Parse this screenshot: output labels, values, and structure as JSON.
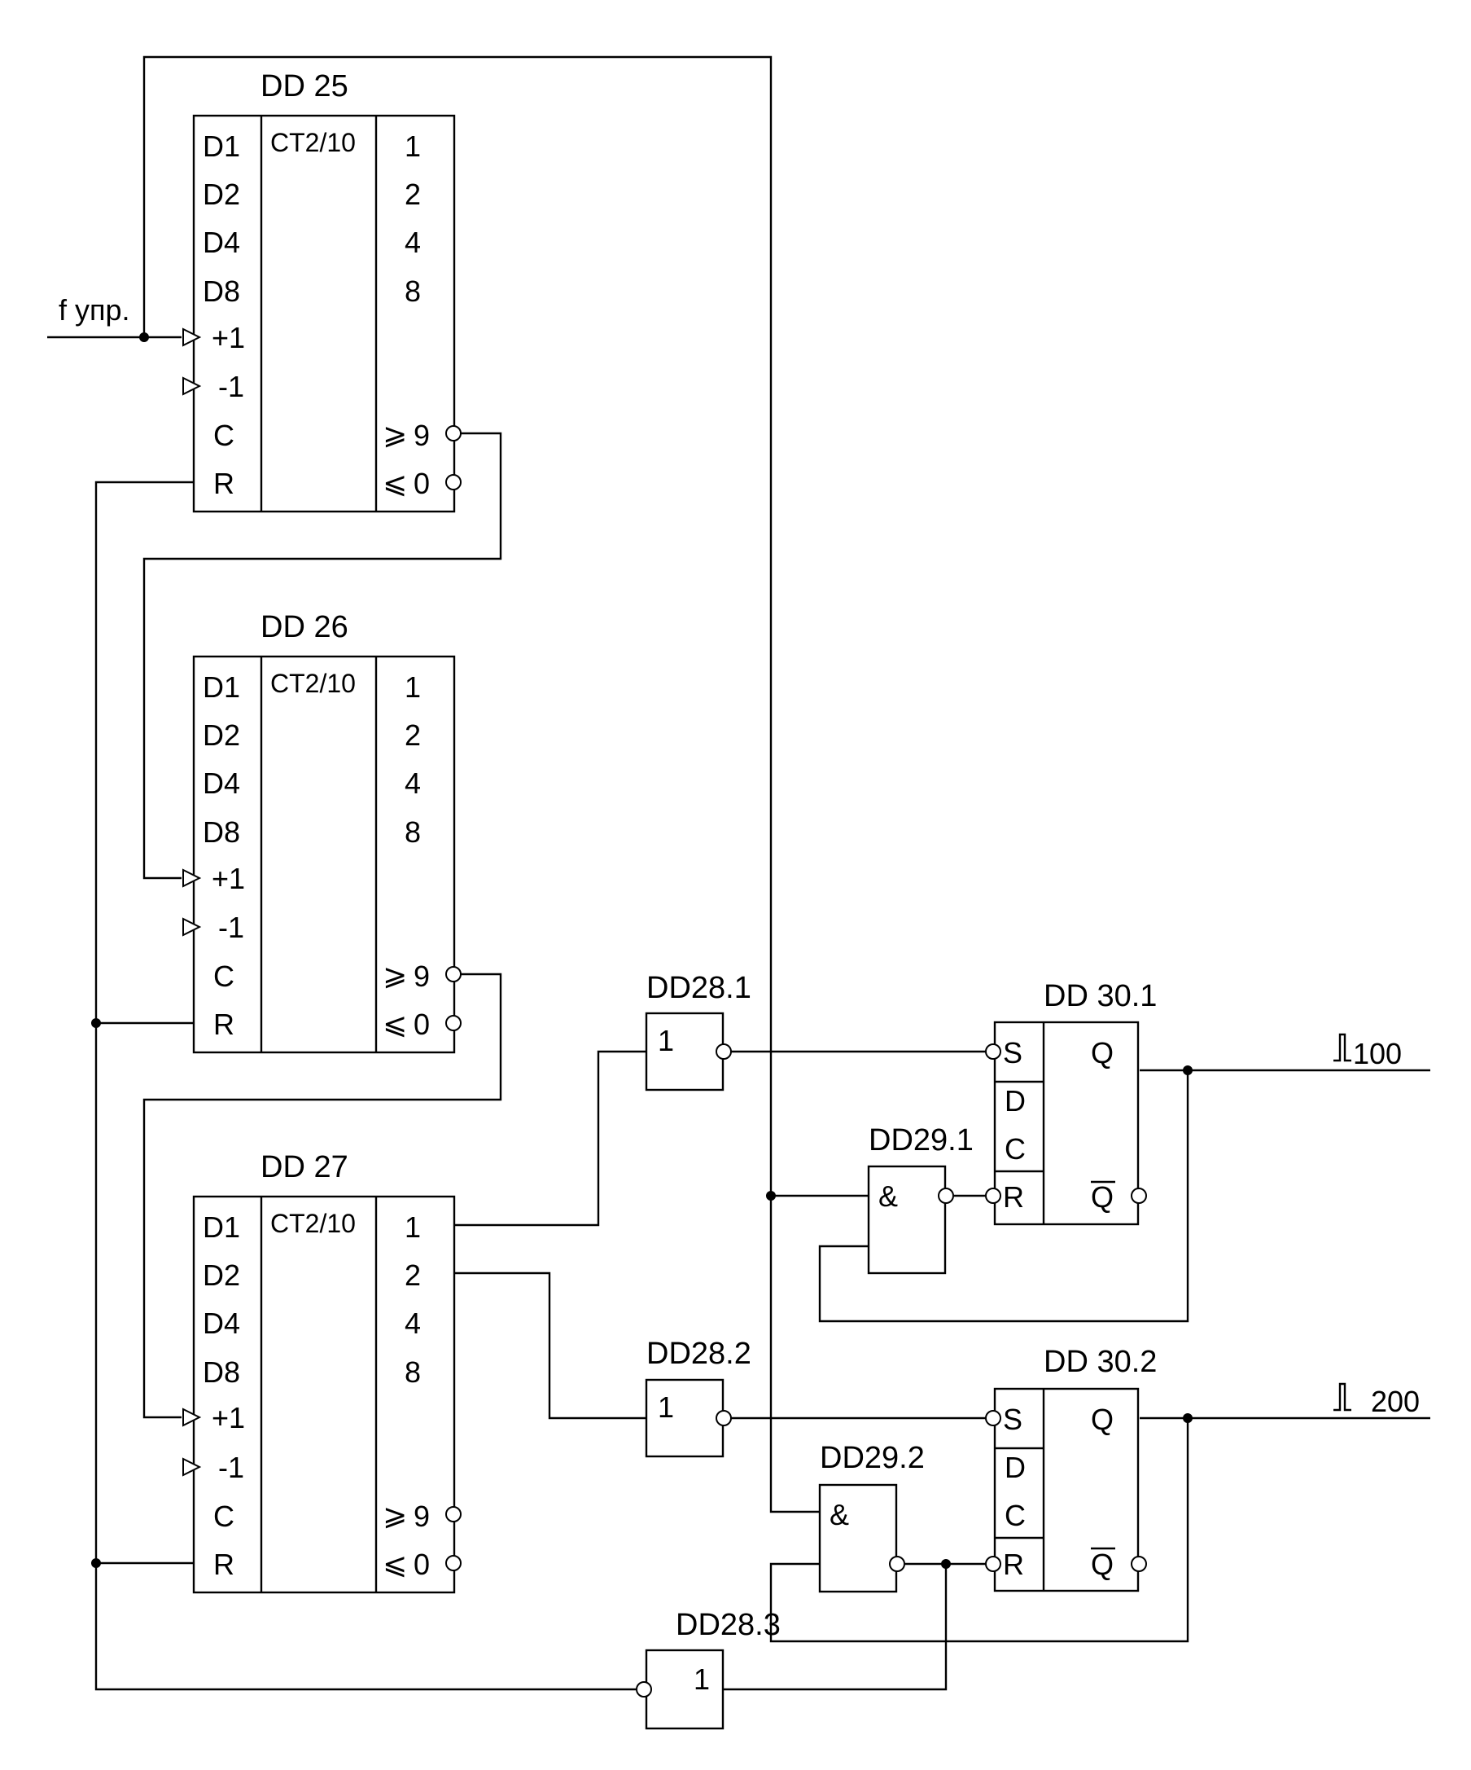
{
  "signals": {
    "input": "f упр.",
    "out100": "100",
    "out200": "200"
  },
  "counters": [
    {
      "id": "DD 25",
      "func": "CT2/10",
      "left_pins": [
        "D1",
        "D2",
        "D4",
        "D8",
        "+1",
        "-1",
        "C",
        "R"
      ],
      "right_pins": [
        "1",
        "2",
        "4",
        "8",
        "",
        "",
        "9",
        "0"
      ]
    },
    {
      "id": "DD 26",
      "func": "CT2/10",
      "left_pins": [
        "D1",
        "D2",
        "D4",
        "D8",
        "+1",
        "-1",
        "C",
        "R"
      ],
      "right_pins": [
        "1",
        "2",
        "4",
        "8",
        "",
        "",
        "9",
        "0"
      ]
    },
    {
      "id": "DD 27",
      "func": "CT2/10",
      "left_pins": [
        "D1",
        "D2",
        "D4",
        "D8",
        "+1",
        "-1",
        "C",
        "R"
      ],
      "right_pins": [
        "1",
        "2",
        "4",
        "8",
        "",
        "",
        "9",
        "0"
      ]
    }
  ],
  "inverters": [
    {
      "id": "DD28.1",
      "func": "1"
    },
    {
      "id": "DD28.2",
      "func": "1"
    },
    {
      "id": "DD28.3",
      "func": "1"
    }
  ],
  "and_gates": [
    {
      "id": "DD29.1",
      "func": "&"
    },
    {
      "id": "DD29.2",
      "func": "&"
    }
  ],
  "flipflops": [
    {
      "id": "DD 30.1",
      "left_pins": [
        "S",
        "D",
        "C",
        "R"
      ],
      "right_pins": [
        "Q",
        "Q"
      ]
    },
    {
      "id": "DD 30.2",
      "left_pins": [
        "S",
        "D",
        "C",
        "R"
      ],
      "right_pins": [
        "Q",
        "Q"
      ]
    }
  ],
  "symbols": {
    "ge": "⩾",
    "le": "⩽"
  },
  "icons": {
    "pulse": "pulse-icon",
    "clock": "clock-triangle-icon",
    "inversion": "inversion-bubble-icon"
  }
}
